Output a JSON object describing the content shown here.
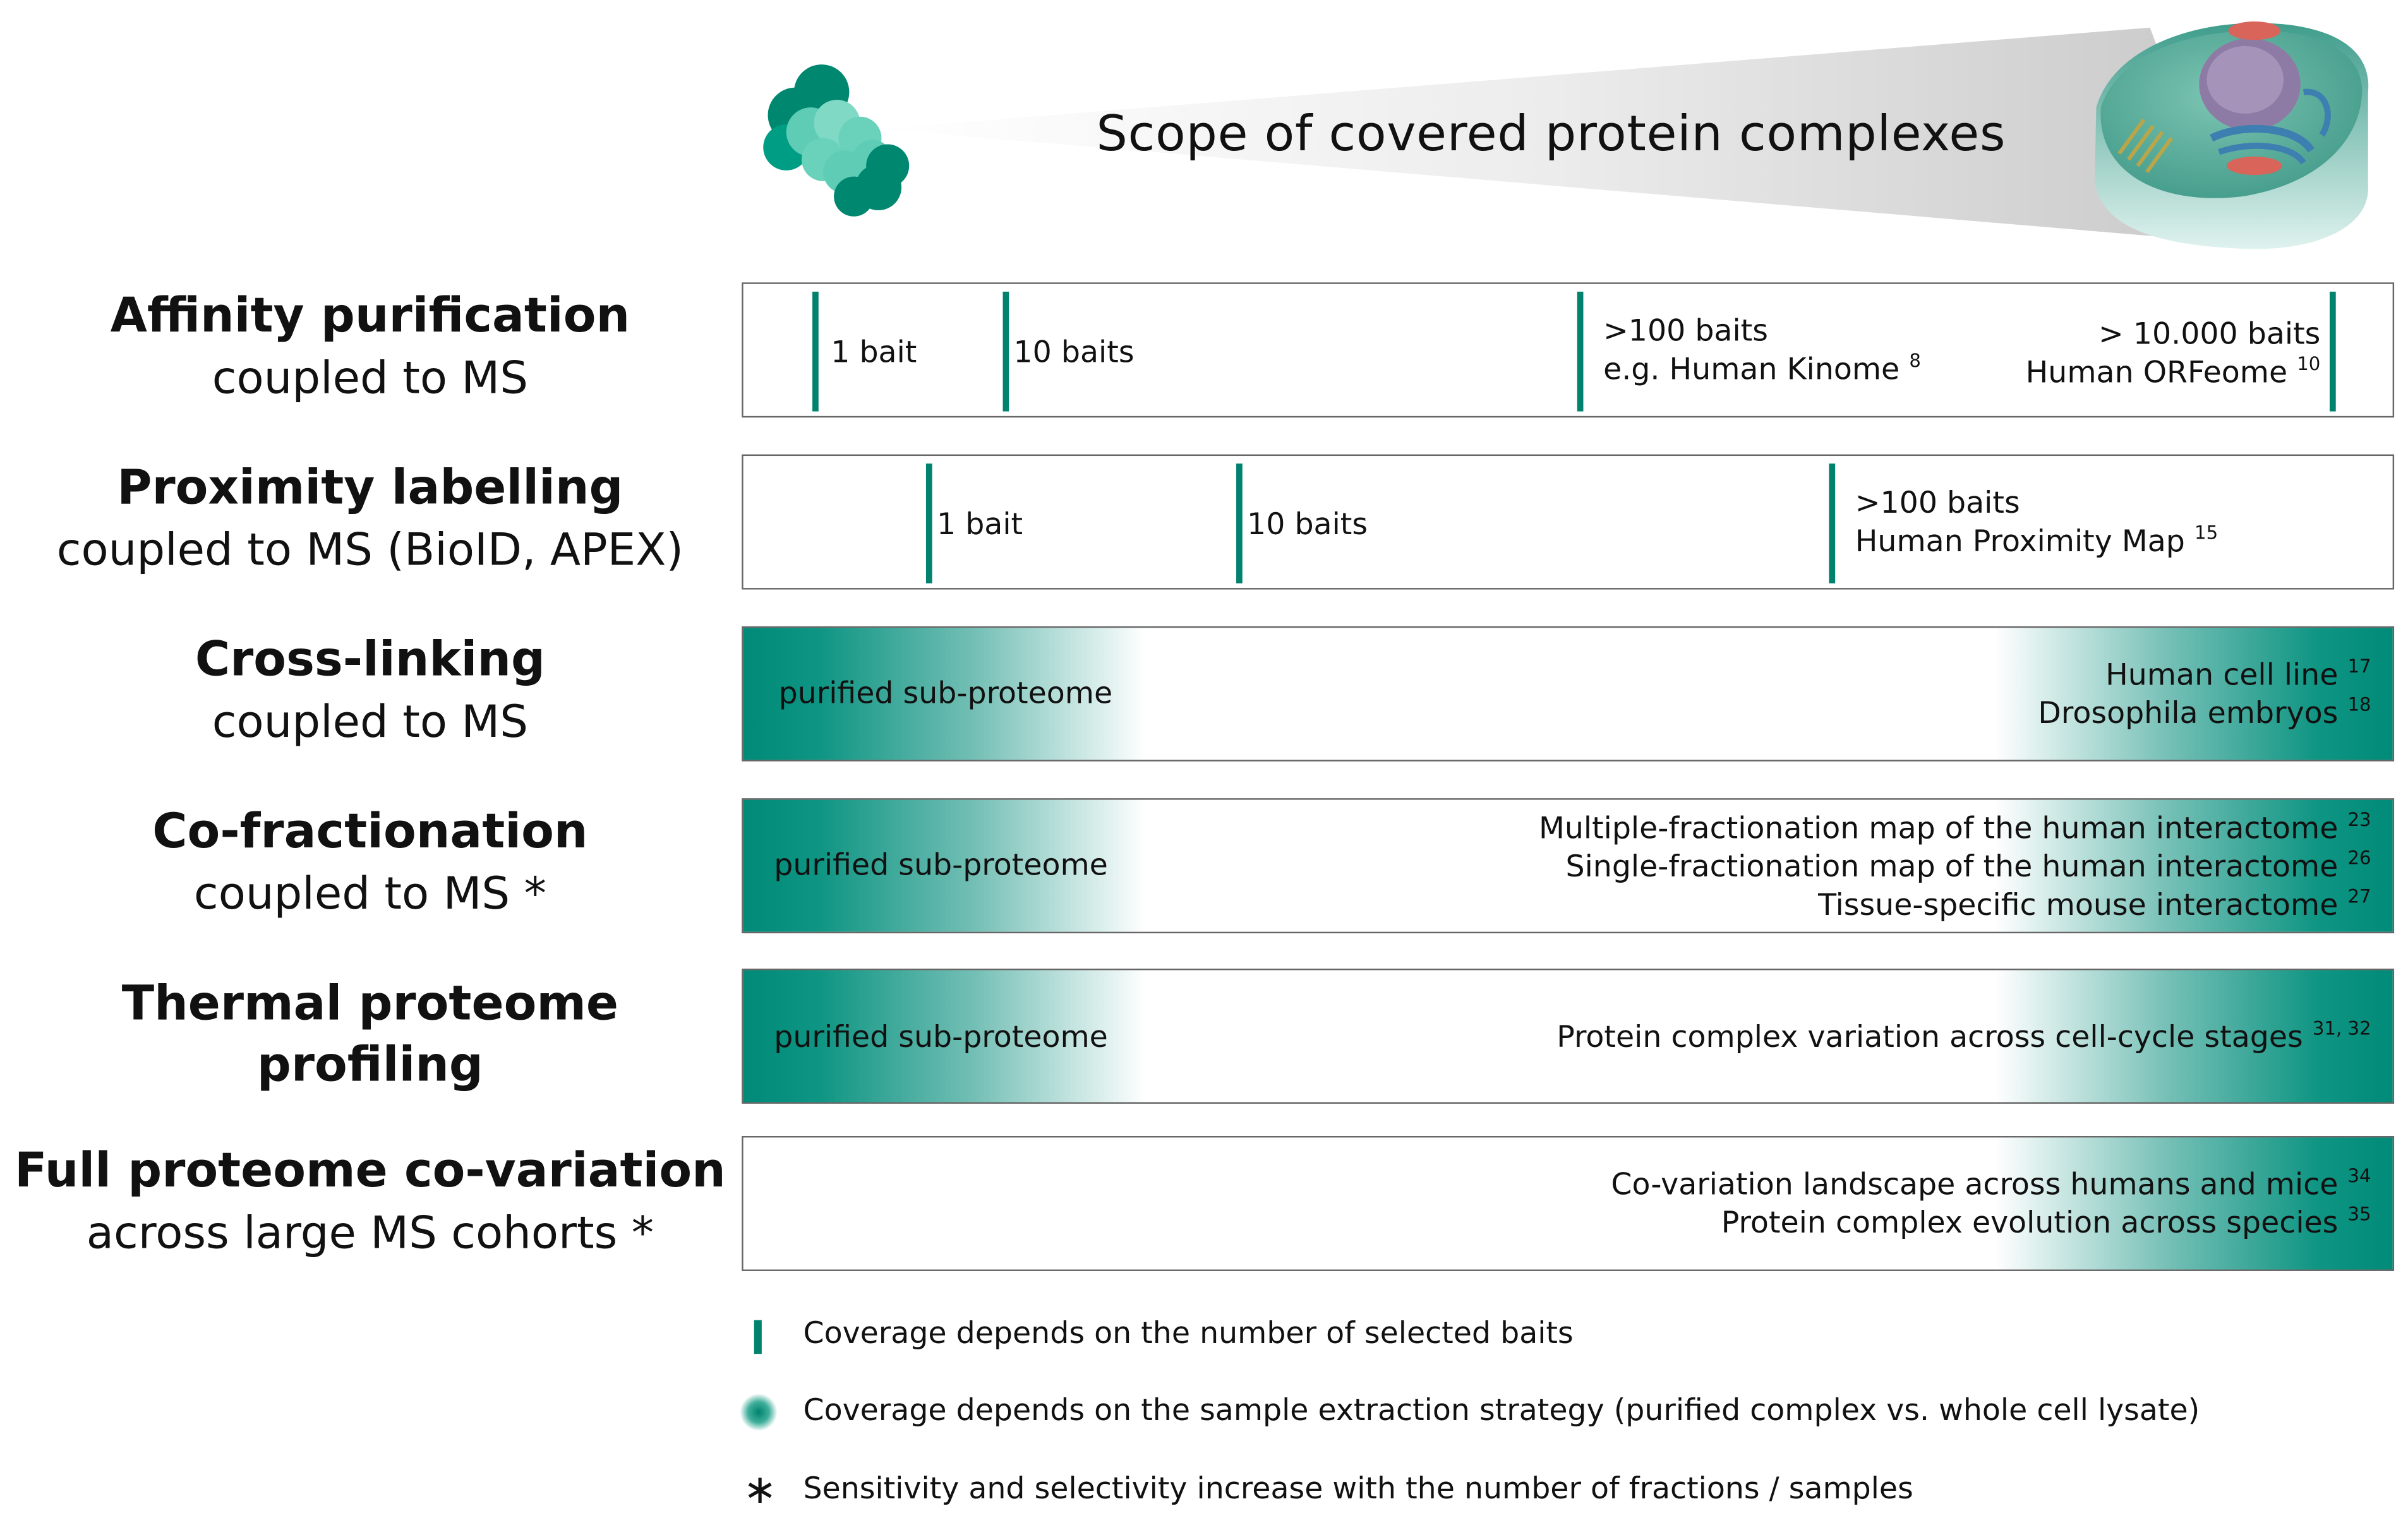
{
  "header": {
    "title": "Scope of covered protein complexes"
  },
  "colors": {
    "teal": "#00826f",
    "teal_light": "#5fcdb6",
    "cell_body": "#4aa594",
    "nucleus": "#8e7ba5",
    "mitochondria": "#d9645a",
    "border": "#666666"
  },
  "icons": [
    "protein-complex-icon",
    "cell-icon",
    "bait-bar-icon",
    "gradient-dot-icon",
    "asterisk-icon"
  ],
  "rows": [
    {
      "title": "Affinity purification",
      "subtitle": "coupled to MS",
      "panel_text": [
        "1 bait",
        "10 baits",
        ">100 baits",
        "e.g. Human Kinome",
        "8",
        "> 10.000 baits",
        "Human ORFeome",
        "10"
      ]
    },
    {
      "title": "Proximity labelling",
      "subtitle": "coupled to MS (BioID, APEX)",
      "panel_text": [
        "1 bait",
        "10 baits",
        ">100 baits",
        "Human Proximity Map",
        "15"
      ]
    },
    {
      "title": "Cross-linking",
      "subtitle": "coupled to MS",
      "panel_text": [
        "purified sub-proteome",
        "Human cell line",
        "17",
        "Drosophila embryos",
        "18"
      ]
    },
    {
      "title": "Co-fractionation",
      "subtitle": "coupled to MS *",
      "panel_text": [
        "purified  sub-proteome",
        "Multiple-fractionation map of the human interactome",
        "23",
        "Single-fractionation map of the human interactome",
        "26",
        "Tissue-specific mouse interactome",
        "27"
      ]
    },
    {
      "title": "Thermal proteome",
      "subtitle": "profiling",
      "panel_text": [
        "purified  sub-proteome",
        "Protein complex variation across cell-cycle stages",
        "31, 32"
      ]
    },
    {
      "title": "Full proteome co-variation",
      "subtitle": "across large MS cohorts *",
      "panel_text": [
        "Co-variation landscape across humans and mice",
        "34",
        "Protein complex evolution across species",
        "35"
      ]
    }
  ],
  "legend": [
    "Coverage depends on the number of selected baits",
    "Coverage depends on the sample extraction strategy (purified complex vs. whole cell lysate)",
    "Sensitivity and selectivity increase with the number of fractions / samples"
  ]
}
